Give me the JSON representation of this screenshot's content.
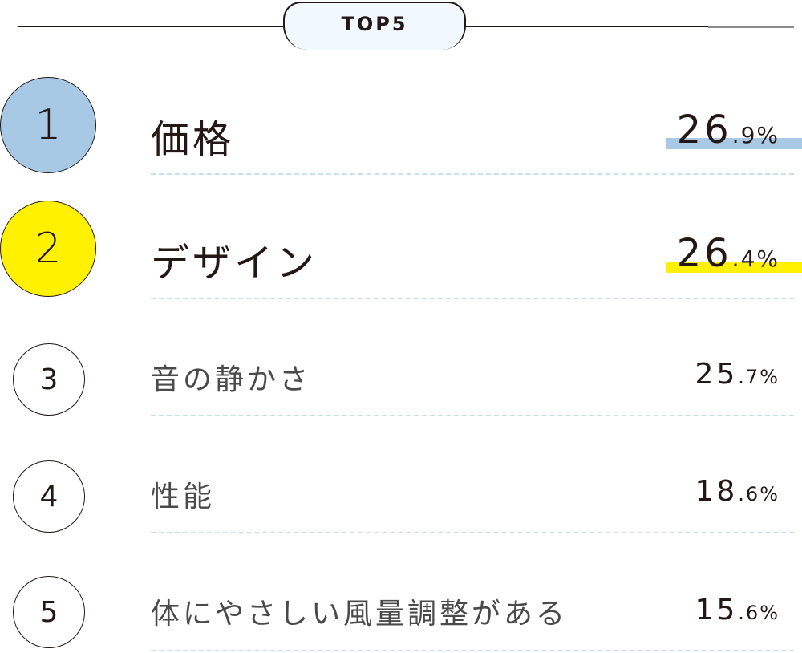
{
  "header": {
    "tab_label": "TOP5"
  },
  "colors": {
    "rank1": "#a7c9e5",
    "rank2": "#fff100",
    "divider": "#c7dfee",
    "tab_bg": "#f2f9fe"
  },
  "chart_data": {
    "type": "table",
    "title": "TOP5",
    "rows": [
      {
        "rank": "1",
        "label": "価格",
        "value_int": "26",
        "value_dec": ".9%",
        "value": 26.9
      },
      {
        "rank": "2",
        "label": "デザイン",
        "value_int": "26",
        "value_dec": ".4%",
        "value": 26.4
      },
      {
        "rank": "3",
        "label": "音の静かさ",
        "value_int": "25",
        "value_dec": ".7%",
        "value": 25.7
      },
      {
        "rank": "4",
        "label": "性能",
        "value_int": "18",
        "value_dec": ".6%",
        "value": 18.6
      },
      {
        "rank": "5",
        "label": "体にやさしい風量調整がある",
        "value_int": "15",
        "value_dec": ".6%",
        "value": 15.6
      }
    ]
  }
}
